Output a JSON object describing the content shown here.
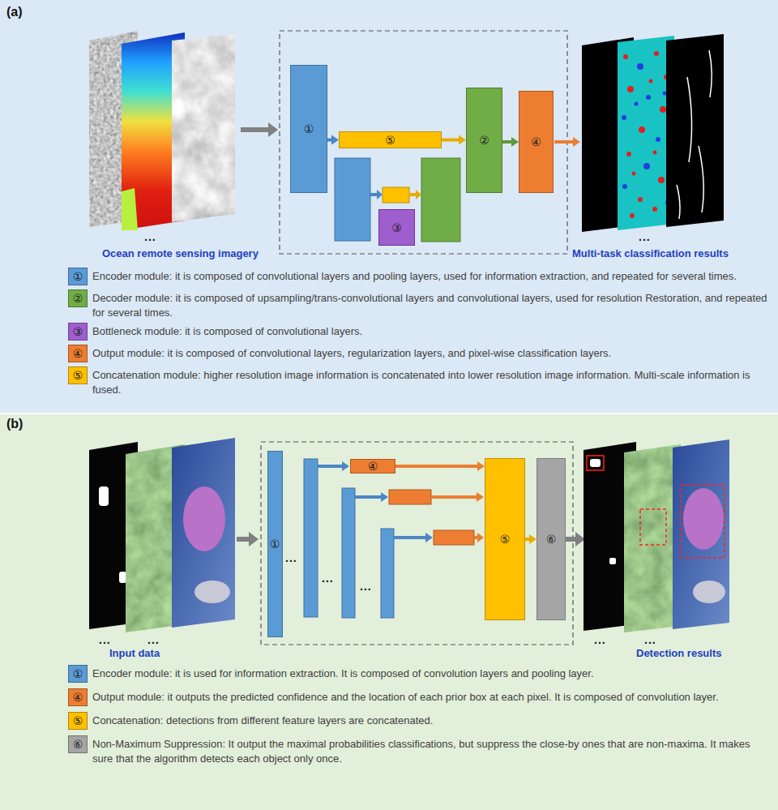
{
  "diagram": {
    "nodes": [
      {
        "text": [
          "①"
        ]
      },
      {
        "text": [
          "⑤"
        ]
      },
      {
        "text": [
          "②"
        ]
      },
      {
        "text": [
          "④"
        ]
      },
      {
        "text": [
          "③"
        ]
      },
      {
        "text": [
          "①"
        ]
      },
      {
        "text": [
          "④"
        ]
      },
      {
        "text": [
          "⑤"
        ]
      },
      {
        "text": [
          "⑥"
        ]
      }
    ],
    "edges": [
      {
        "from": 0,
        "to": 1,
        "arrow": "to"
      },
      {
        "from": 1,
        "to": 2,
        "arrow": "to"
      },
      {
        "from": 2,
        "to": 3,
        "arrow": "to"
      },
      {
        "from": 6,
        "to": 7,
        "arrow": "to"
      },
      {
        "from": 7,
        "to": 8,
        "arrow": "to"
      }
    ],
    "labels": [
      "(a)",
      "...",
      "Ocean remote sensing imagery",
      "...",
      "Multi-task classification results",
      "①",
      "②",
      "③",
      "④",
      "⑤",
      "(b)",
      "...",
      "...",
      "Input data",
      "...",
      "...",
      "...",
      "...",
      "...",
      "Detection results",
      "①",
      "④",
      "⑤",
      "⑥"
    ],
    "legend": [
      {
        "text": "Encoder module: it is composed of convolutional layers and pooling layers, used for information extraction, and repeated for several times.",
        "color": "#5b9bd5"
      },
      {
        "text": "Decoder module: it is composed of upsampling/trans-convolutional layers and convolutional layers, used for resolution Restoration, and repeated for several times.",
        "color": "#70ad47"
      },
      {
        "text": "Bottleneck module: it is composed of convolutional layers.",
        "color": "#9e5ece"
      },
      {
        "text": "Output module: it is composed of convolutional layers, regularization layers, and pixel-wise classification layers.",
        "color": "#ed7d31"
      },
      {
        "text": "Concatenation module: higher resolution image information is concatenated into lower resolution image information. Multi-scale information is fused.",
        "color": "#ffc000"
      },
      {
        "text": "Encoder module: it is used for information extraction. It is composed of convolution layers and pooling layer.",
        "color": "#5b9bd5"
      },
      {
        "text": "Output module: it outputs the predicted confidence and the location of each prior box at each pixel. It is composed of convolution layer.",
        "color": "#ed7d31"
      },
      {
        "text": "Concatenation: detections from different feature layers are concatenated.",
        "color": "#ffc000"
      },
      {
        "text": "Non-Maximum Suppression: It output the maximal probabilities classifications, but suppress the close-by ones that are non-maxima. It makes sure that the algorithm detects each object only once.",
        "color": "#a5a5a5"
      }
    ]
  }
}
